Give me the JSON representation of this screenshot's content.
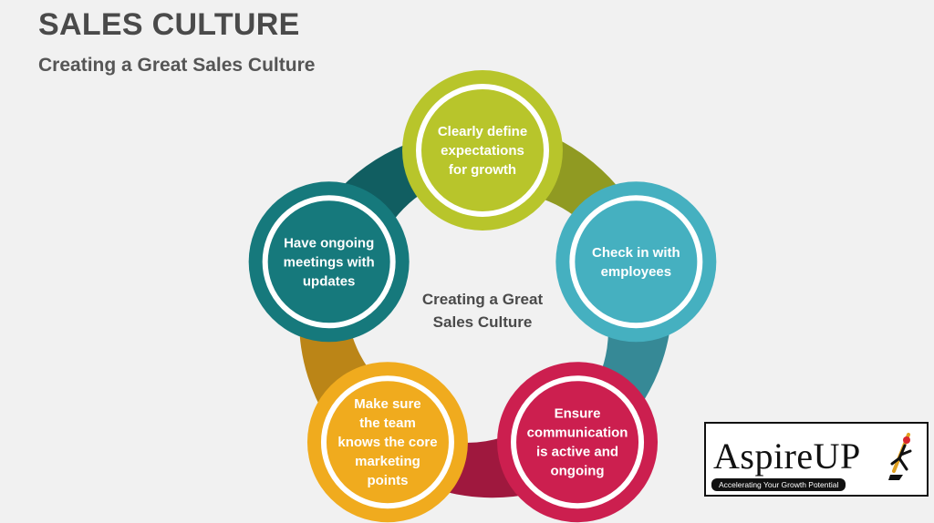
{
  "header": {
    "title": "SALES CULTURE",
    "subtitle": "Creating a Great Sales Culture"
  },
  "diagram": {
    "center_label": [
      "Creating a Great",
      "Sales Culture"
    ],
    "nodes": [
      {
        "id": "define-expectations",
        "color": "#b8c52b",
        "lines": [
          "Clearly define",
          "expectations",
          "for growth"
        ]
      },
      {
        "id": "check-in",
        "color": "#45b0c0",
        "lines": [
          "Check in with",
          "employees"
        ]
      },
      {
        "id": "communication",
        "color": "#cc1f4f",
        "lines": [
          "Ensure",
          "communication",
          "is active and",
          "ongoing"
        ]
      },
      {
        "id": "marketing-points",
        "color": "#f0ab1e",
        "lines": [
          "Make sure",
          "the team",
          "knows the core",
          "marketing",
          "points"
        ]
      },
      {
        "id": "ongoing-meetings",
        "color": "#16797c",
        "lines": [
          "Have ongoing",
          "meetings with",
          "updates"
        ]
      }
    ]
  },
  "logo": {
    "name": "AspireUP",
    "tagline": "Accelerating Your Growth Potential",
    "icon": "running-figure-icon"
  }
}
